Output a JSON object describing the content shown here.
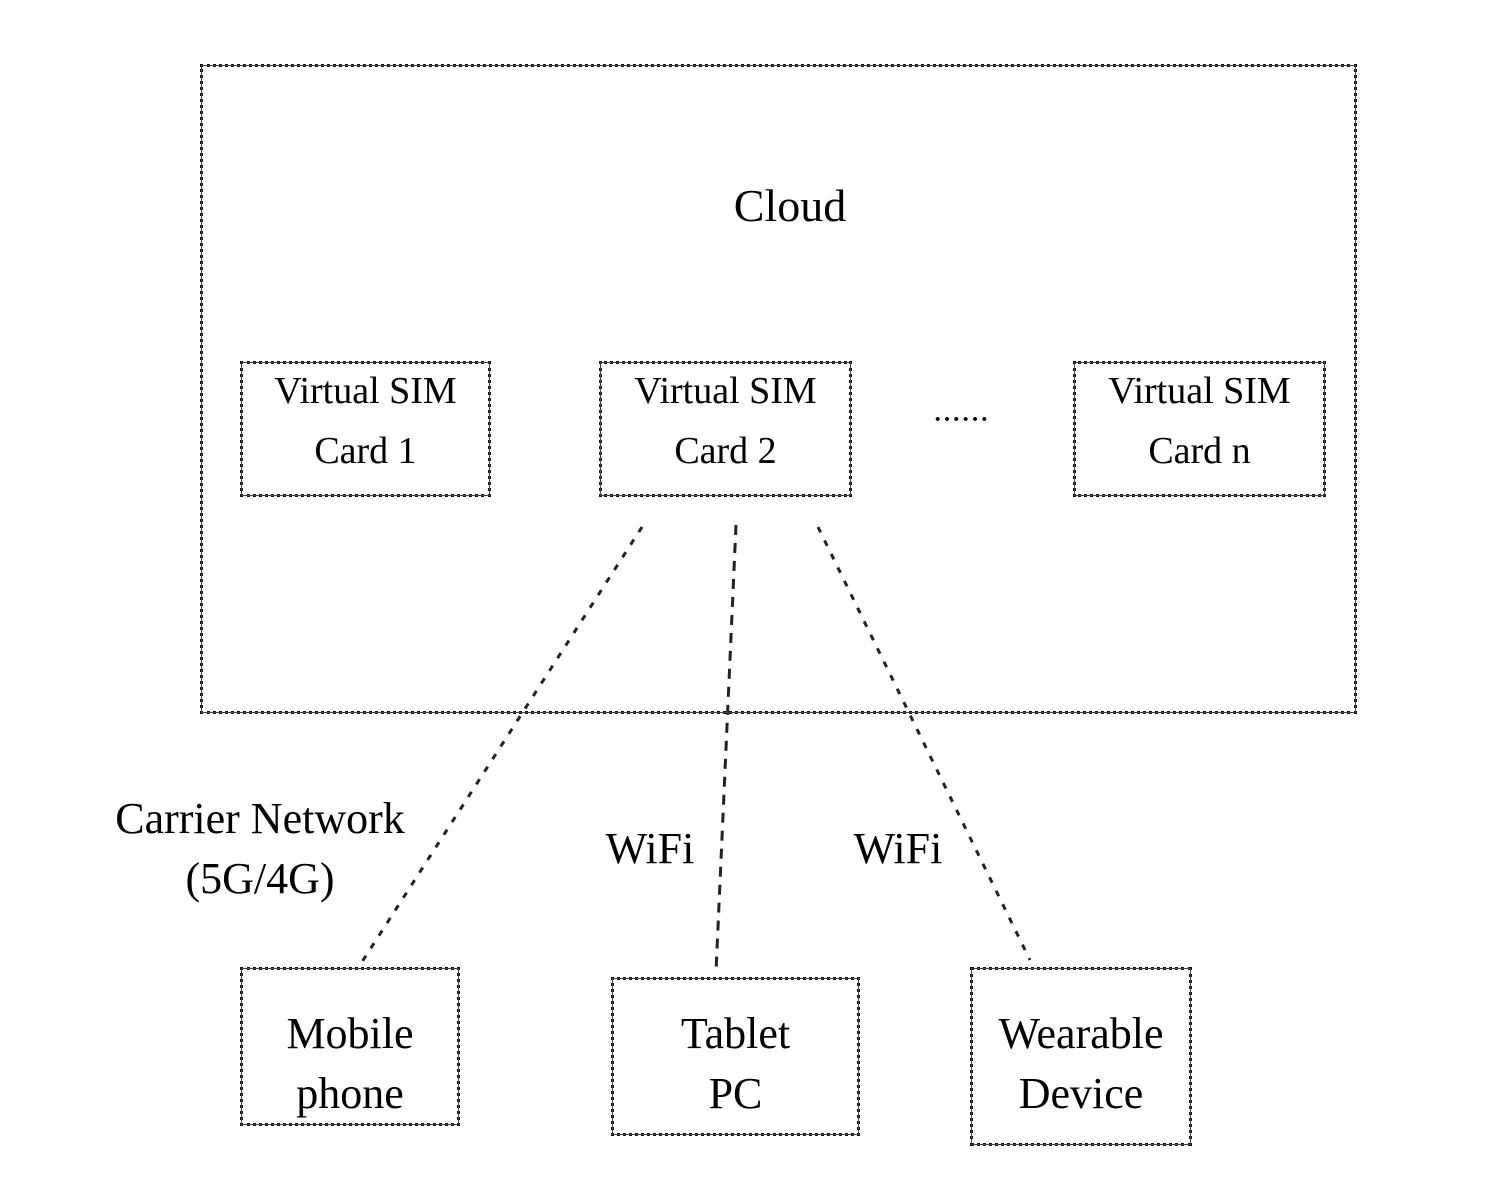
{
  "cloud": {
    "label": "Cloud"
  },
  "virtual_sim_cards": [
    {
      "line1": "Virtual SIM",
      "line2": "Card 1"
    },
    {
      "line1": "Virtual SIM",
      "line2": "Card 2"
    },
    {
      "line1": "Virtual SIM",
      "line2": "Card n"
    }
  ],
  "ellipsis": "······",
  "connections": [
    {
      "label_line1": "Carrier Network",
      "label_line2": "(5G/4G)"
    },
    {
      "label_line1": "WiFi"
    },
    {
      "label_line1": "WiFi"
    }
  ],
  "devices": [
    {
      "line1": "Mobile",
      "line2": "phone"
    },
    {
      "line1": "Tablet",
      "line2": "PC"
    },
    {
      "line1": "Wearable",
      "line2": "Device"
    }
  ]
}
